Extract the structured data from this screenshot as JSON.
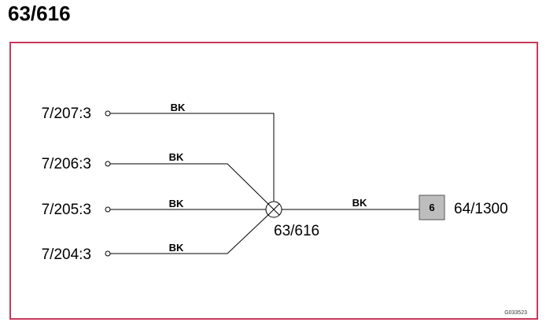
{
  "title": "63/616",
  "inputs": [
    {
      "connector": "7/207:3",
      "wire": "BK"
    },
    {
      "connector": "7/206:3",
      "wire": "BK"
    },
    {
      "connector": "7/205:3",
      "wire": "BK"
    },
    {
      "connector": "7/204:3",
      "wire": "BK"
    }
  ],
  "splice": {
    "label": "63/616"
  },
  "output": {
    "wire": "BK",
    "pin": "6",
    "connector": "64/1300"
  },
  "figure_code": "G033523",
  "colors": {
    "frame": "#c8385a",
    "pin_box": "#bdbdbd"
  }
}
